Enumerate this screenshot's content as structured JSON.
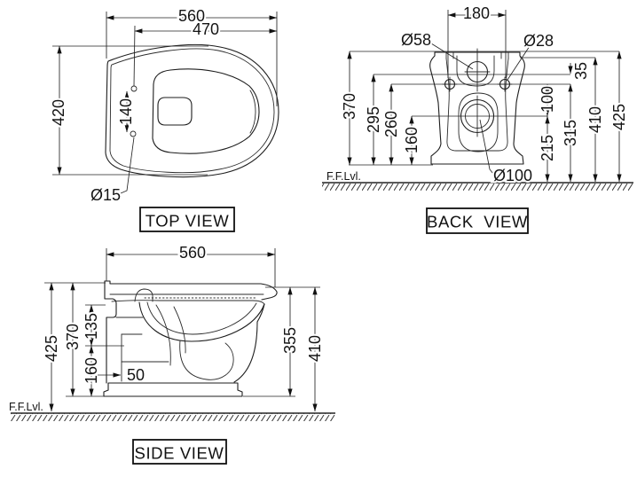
{
  "drawing": {
    "top_view": {
      "title": "TOP VIEW",
      "dims": {
        "overall_width": "560",
        "seat_width": "470",
        "overall_depth": "420",
        "hinge_hole_spacing": "140",
        "hinge_hole_diameter": "Ø15"
      }
    },
    "back_view": {
      "title": "BACK  VIEW",
      "floor_level_label": "F.F.Lvl.",
      "dims": {
        "fixing_hole_spacing": "180",
        "inlet_diameter": "Ø58",
        "fixing_hole_diameter": "Ø28",
        "outlet_diameter": "Ø100",
        "height_370": "370",
        "height_295": "295",
        "height_260": "260",
        "height_160": "160",
        "offset_35": "35",
        "offset_100": "100",
        "height_215": "215",
        "height_315": "315",
        "height_410": "410",
        "height_425": "425"
      }
    },
    "side_view": {
      "title": "SIDE VIEW",
      "floor_level_label": "F.F.Lvl.",
      "dims": {
        "overall_length": "560",
        "height_425": "425",
        "height_370": "370",
        "offset_135": "135",
        "height_160": "160",
        "offset_50": "50",
        "height_355": "355",
        "height_410": "410"
      }
    },
    "line_color": "#1d1d1d",
    "background_color": "#ffffff"
  }
}
